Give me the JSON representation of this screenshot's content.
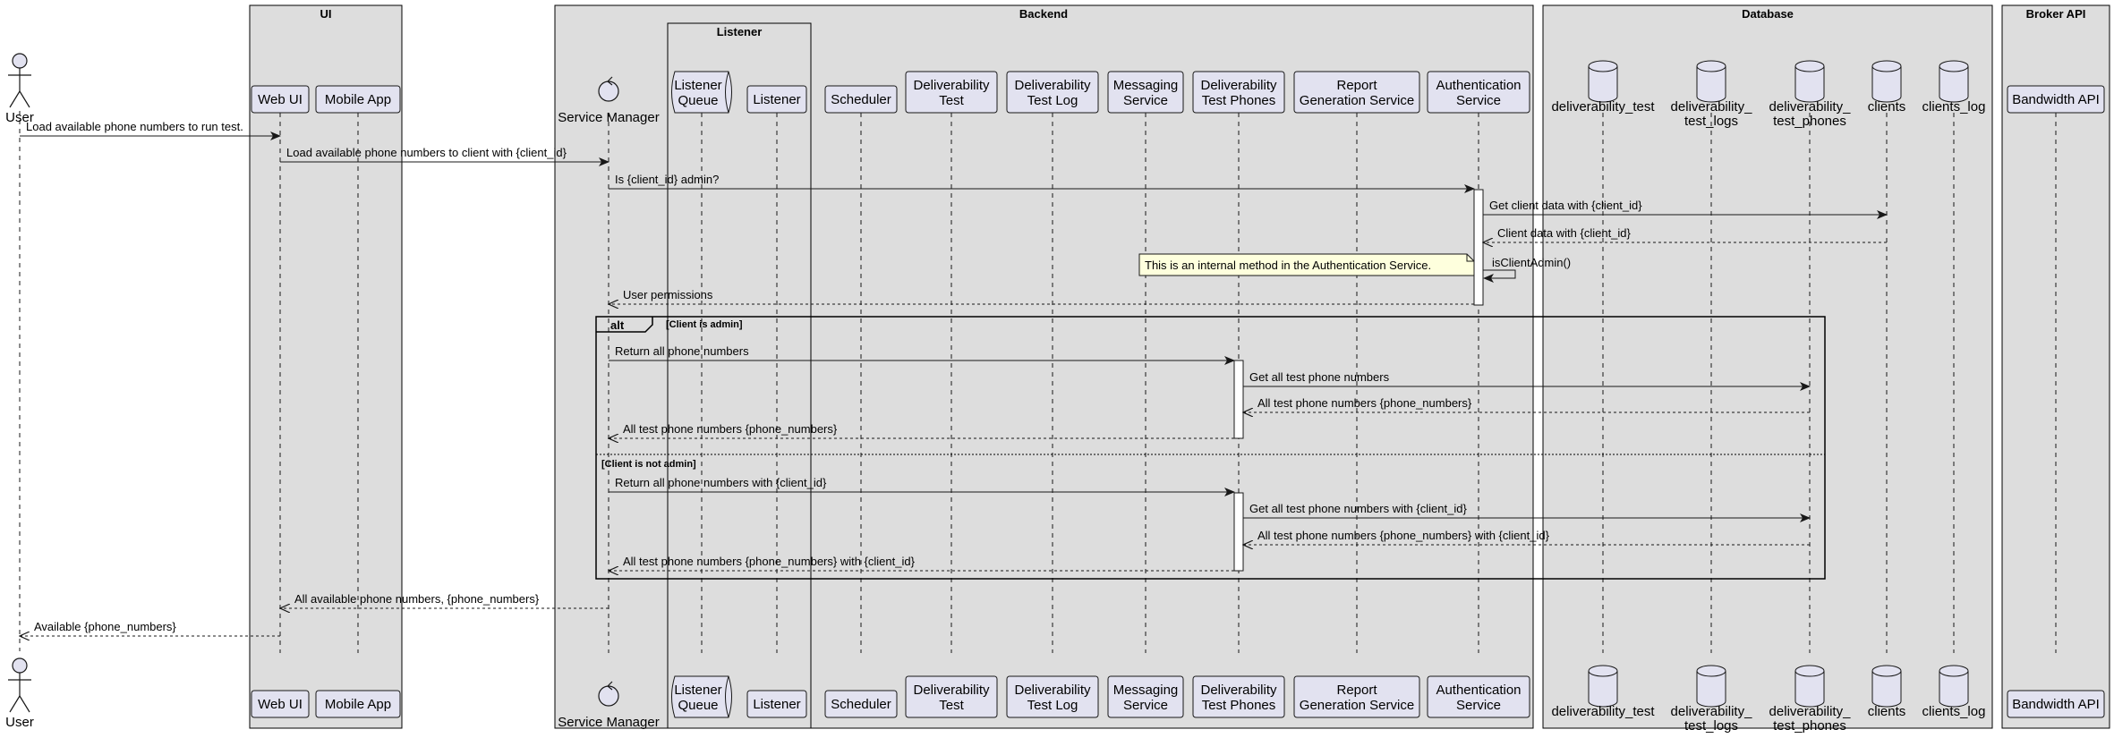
{
  "groups": [
    {
      "id": "ui",
      "title": "UI"
    },
    {
      "id": "backend",
      "title": "Backend"
    },
    {
      "id": "listener",
      "title": "Listener"
    },
    {
      "id": "database",
      "title": "Database"
    },
    {
      "id": "broker",
      "title": "Broker API"
    }
  ],
  "participants": [
    {
      "id": "user",
      "type": "actor",
      "lines": [
        "User"
      ]
    },
    {
      "id": "webui",
      "type": "participant",
      "lines": [
        "Web UI"
      ]
    },
    {
      "id": "mobile",
      "type": "participant",
      "lines": [
        "Mobile App"
      ]
    },
    {
      "id": "sm",
      "type": "control",
      "lines": [
        "Service Manager"
      ]
    },
    {
      "id": "lq",
      "type": "queue",
      "lines": [
        "Listener",
        "Queue"
      ]
    },
    {
      "id": "listener",
      "type": "participant",
      "lines": [
        "Listener"
      ]
    },
    {
      "id": "sched",
      "type": "participant",
      "lines": [
        "Scheduler"
      ]
    },
    {
      "id": "dt",
      "type": "participant",
      "lines": [
        "Deliverability",
        "Test"
      ]
    },
    {
      "id": "dtl",
      "type": "participant",
      "lines": [
        "Deliverability",
        "Test Log"
      ]
    },
    {
      "id": "msg",
      "type": "participant",
      "lines": [
        "Messaging",
        "Service"
      ]
    },
    {
      "id": "dtp",
      "type": "participant",
      "lines": [
        "Deliverability",
        "Test Phones"
      ]
    },
    {
      "id": "rgs",
      "type": "participant",
      "lines": [
        "Report",
        "Generation Service"
      ]
    },
    {
      "id": "auth",
      "type": "participant",
      "lines": [
        "Authentication",
        "Service"
      ]
    },
    {
      "id": "db_dt",
      "type": "database",
      "lines": [
        "deliverability_test"
      ]
    },
    {
      "id": "db_dtl",
      "type": "database",
      "lines": [
        "deliverability_",
        "test_logs"
      ]
    },
    {
      "id": "db_dtp",
      "type": "database",
      "lines": [
        "deliverability_",
        "test_phones"
      ]
    },
    {
      "id": "db_cl",
      "type": "database",
      "lines": [
        "clients"
      ]
    },
    {
      "id": "db_clog",
      "type": "database",
      "lines": [
        "clients_log"
      ]
    },
    {
      "id": "bw",
      "type": "participant",
      "lines": [
        "Bandwidth API"
      ]
    }
  ],
  "messages": [
    {
      "from": "user",
      "to": "webui",
      "text": "Load available phone numbers to run test.",
      "kind": "sync"
    },
    {
      "from": "webui",
      "to": "sm",
      "text": "Load available phone numbers to client with {client_id}",
      "kind": "sync"
    },
    {
      "from": "sm",
      "to": "auth",
      "text": "Is {client_id} admin?",
      "kind": "sync"
    },
    {
      "from": "auth",
      "to": "db_cl",
      "text": "Get client data with {client_id}",
      "kind": "sync"
    },
    {
      "from": "db_cl",
      "to": "auth",
      "text": "Client data with {client_id}",
      "kind": "return"
    },
    {
      "from": "auth",
      "to": "auth",
      "text": "isClientAdmin()",
      "kind": "self"
    },
    {
      "from": "auth",
      "to": "sm",
      "text": "User permissions",
      "kind": "return"
    },
    {
      "from": "sm",
      "to": "dtp",
      "text": "Return all phone numbers",
      "kind": "sync"
    },
    {
      "from": "dtp",
      "to": "db_dtp",
      "text": "Get all test phone numbers",
      "kind": "sync"
    },
    {
      "from": "db_dtp",
      "to": "dtp",
      "text": "All test phone numbers {phone_numbers}",
      "kind": "return"
    },
    {
      "from": "dtp",
      "to": "sm",
      "text": "All test phone numbers {phone_numbers}",
      "kind": "return"
    },
    {
      "from": "sm",
      "to": "dtp",
      "text": "Return all phone numbers with {client_id}",
      "kind": "sync"
    },
    {
      "from": "dtp",
      "to": "db_dtp",
      "text": "Get all test phone numbers with {client_id}",
      "kind": "sync"
    },
    {
      "from": "db_dtp",
      "to": "dtp",
      "text": "All test phone numbers {phone_numbers} with {client_id}",
      "kind": "return"
    },
    {
      "from": "dtp",
      "to": "sm",
      "text": "All test phone numbers {phone_numbers} with {client_id}",
      "kind": "return"
    },
    {
      "from": "sm",
      "to": "webui",
      "text": "All available phone numbers, {phone_numbers}",
      "kind": "return"
    },
    {
      "from": "webui",
      "to": "user",
      "text": "Available {phone_numbers}",
      "kind": "return"
    }
  ],
  "note": {
    "text": "This is an internal method in the Authentication Service."
  },
  "alt": {
    "keyword": "alt",
    "conditions": [
      "[Client is admin]",
      "[Client is not admin]"
    ]
  }
}
